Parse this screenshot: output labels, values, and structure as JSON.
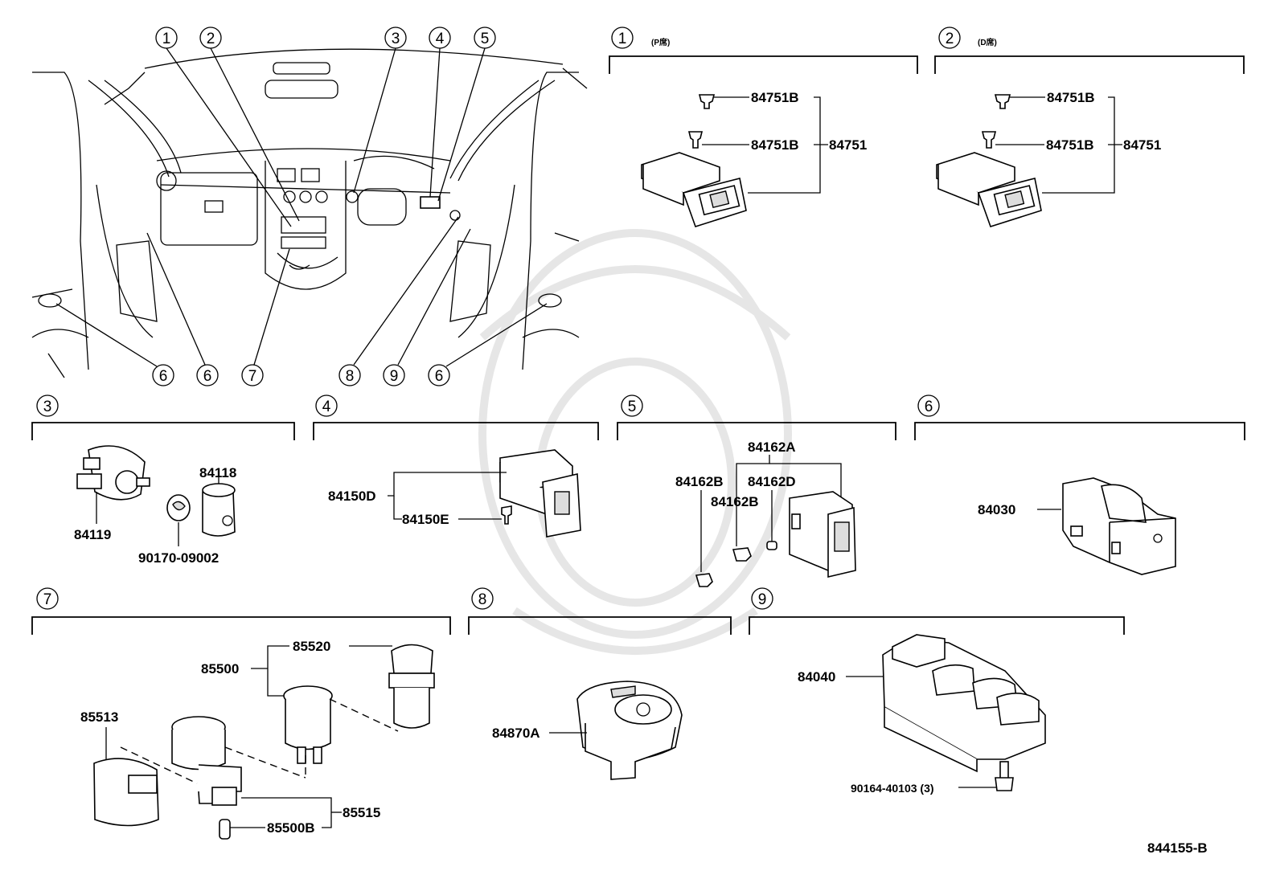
{
  "diagram_id": "844155-B",
  "overview": {
    "callouts": [
      "1",
      "2",
      "3",
      "4",
      "5",
      "6",
      "6",
      "7",
      "8",
      "9",
      "6"
    ]
  },
  "panels": {
    "p1": {
      "num": "1",
      "note": "(P席)",
      "parts": {
        "a": "84751B",
        "b": "84751B",
        "c": "84751"
      }
    },
    "p2": {
      "num": "2",
      "note": "(D席)",
      "parts": {
        "a": "84751B",
        "b": "84751B",
        "c": "84751"
      }
    },
    "p3": {
      "num": "3",
      "parts": {
        "a": "84118",
        "b": "84119",
        "c": "90170-09002"
      }
    },
    "p4": {
      "num": "4",
      "parts": {
        "a": "84150D",
        "b": "84150E"
      }
    },
    "p5": {
      "num": "5",
      "parts": {
        "a": "84162A",
        "b": "84162B",
        "c": "84162D",
        "d": "84162B"
      }
    },
    "p6": {
      "num": "6",
      "parts": {
        "a": "84030"
      }
    },
    "p7": {
      "num": "7",
      "parts": {
        "a": "85520",
        "b": "85500",
        "c": "85513",
        "d": "85515",
        "e": "85500B"
      }
    },
    "p8": {
      "num": "8",
      "parts": {
        "a": "84870A"
      }
    },
    "p9": {
      "num": "9",
      "parts": {
        "a": "84040",
        "b": "90164-40103 (3)"
      }
    }
  }
}
